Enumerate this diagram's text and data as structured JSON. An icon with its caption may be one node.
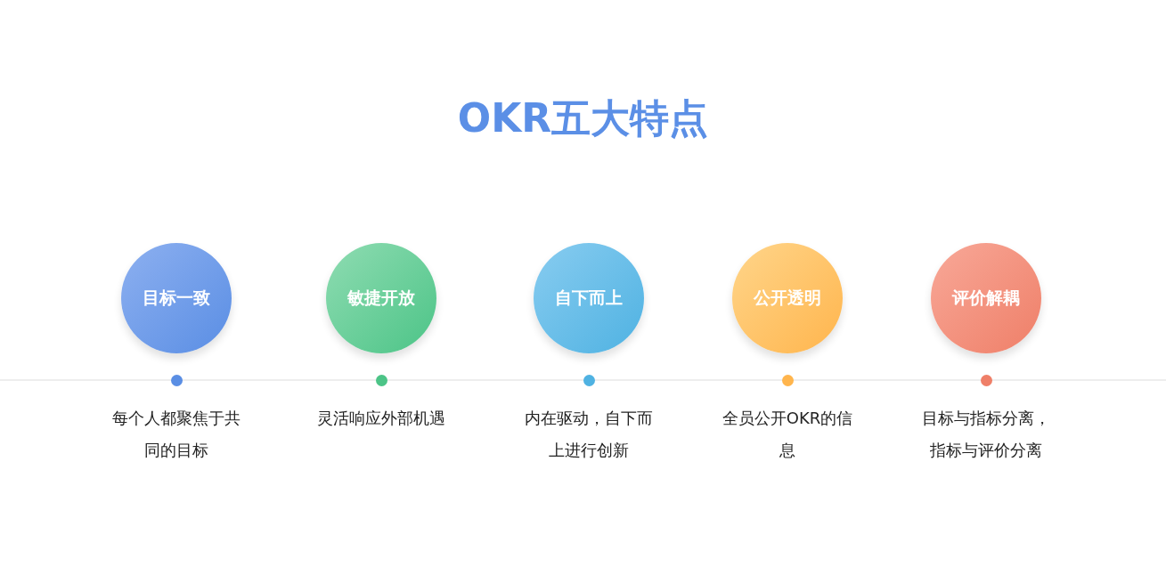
{
  "diagram": {
    "title": "OKR五大特点",
    "nodes": [
      {
        "text": [
          "目标一致"
        ],
        "beside": [
          "每个人都聚焦于共同的目标"
        ]
      },
      {
        "text": [
          "敏捷开放"
        ],
        "beside": [
          "灵活响应外部机遇"
        ]
      },
      {
        "text": [
          "自下而上"
        ],
        "beside": [
          "内在驱动，自下而上进行创新"
        ]
      },
      {
        "text": [
          "公开透明"
        ],
        "beside": [
          "全员公开OKR的信息"
        ]
      },
      {
        "text": [
          "评价解耦"
        ],
        "beside": [
          "目标与指标分离，指标与评价分离"
        ]
      }
    ]
  }
}
